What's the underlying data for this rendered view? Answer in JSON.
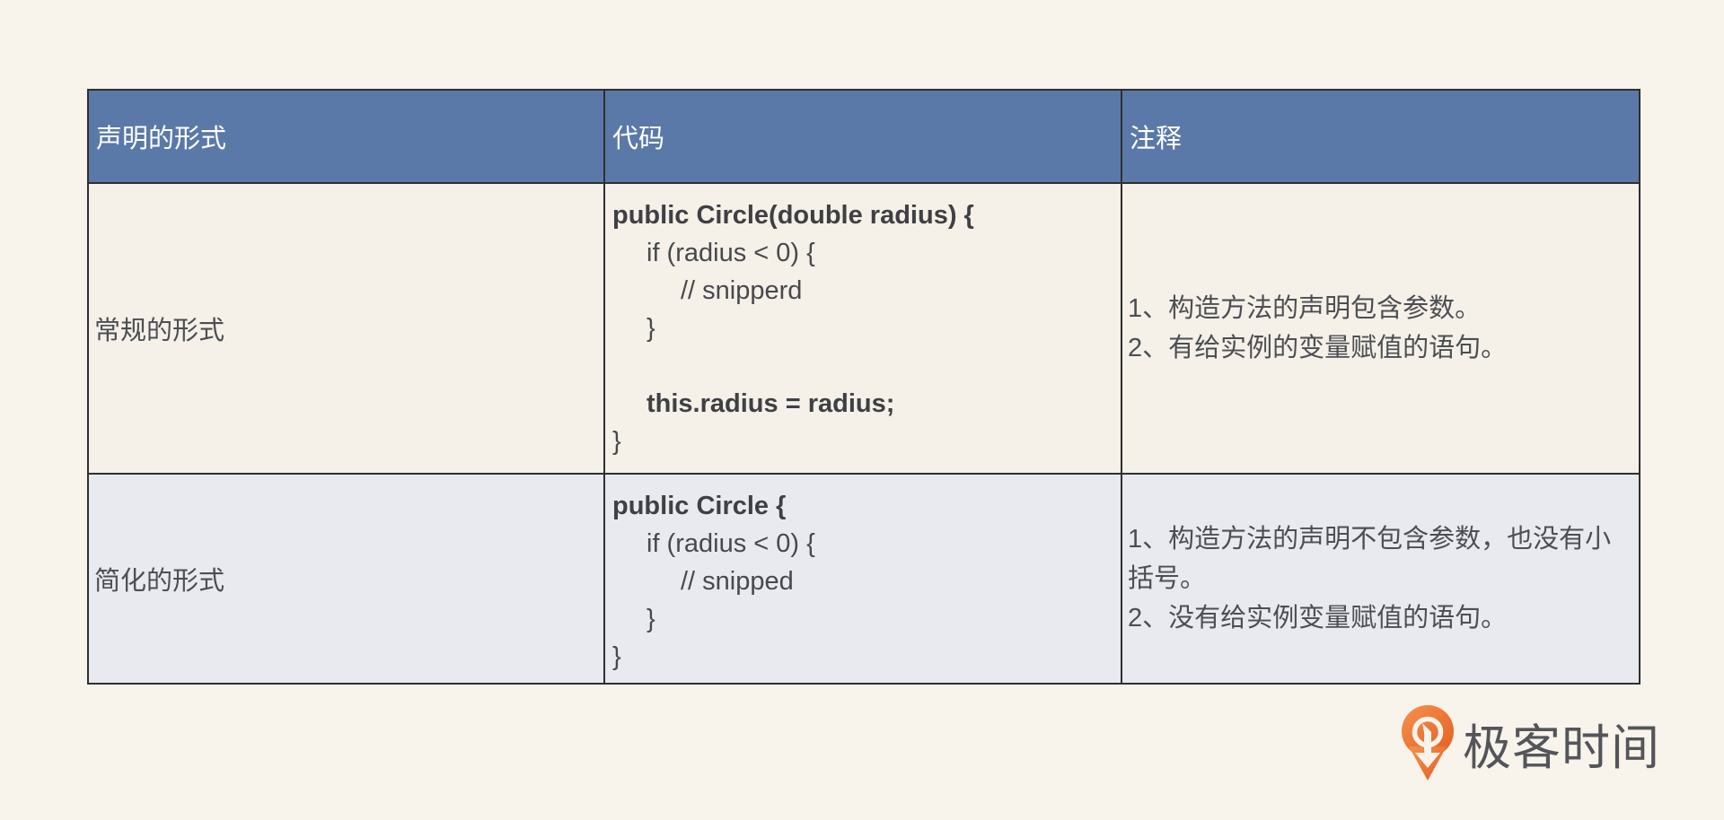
{
  "table": {
    "header": {
      "columns": [
        "声明的形式",
        "代码",
        "注释"
      ],
      "bg_color": "#5b79a8",
      "text_color": "#ffffff"
    },
    "rows": [
      {
        "form": "常规的形式",
        "code_lines": [
          "public Circle(double radius) {",
          "if (radius < 0) {",
          "// snipperd",
          "}",
          "",
          "this.radius = radius;",
          "}"
        ],
        "notes": [
          "1、构造方法的声明包含参数。",
          "2、有给实例的变量赋值的语句。"
        ],
        "bg_color": "#f5f0e8"
      },
      {
        "form": "简化的形式",
        "code_lines": [
          "public Circle {",
          "if (radius < 0) {",
          "// snipped",
          "}",
          "}"
        ],
        "notes": [
          "1、构造方法的声明不包含参数，也没有小括号。",
          "2、没有给实例变量赋值的语句。"
        ],
        "bg_color": "#e8eaef"
      }
    ],
    "border_color": "#2f2f2f"
  },
  "logo": {
    "text": "极客时间",
    "icon": "geektime-pin-arrow-icon",
    "icon_color_top": "#f5924e",
    "icon_color_bottom": "#e55d21",
    "text_color": "#54555a"
  },
  "page": {
    "background": "#f8f3eb"
  }
}
